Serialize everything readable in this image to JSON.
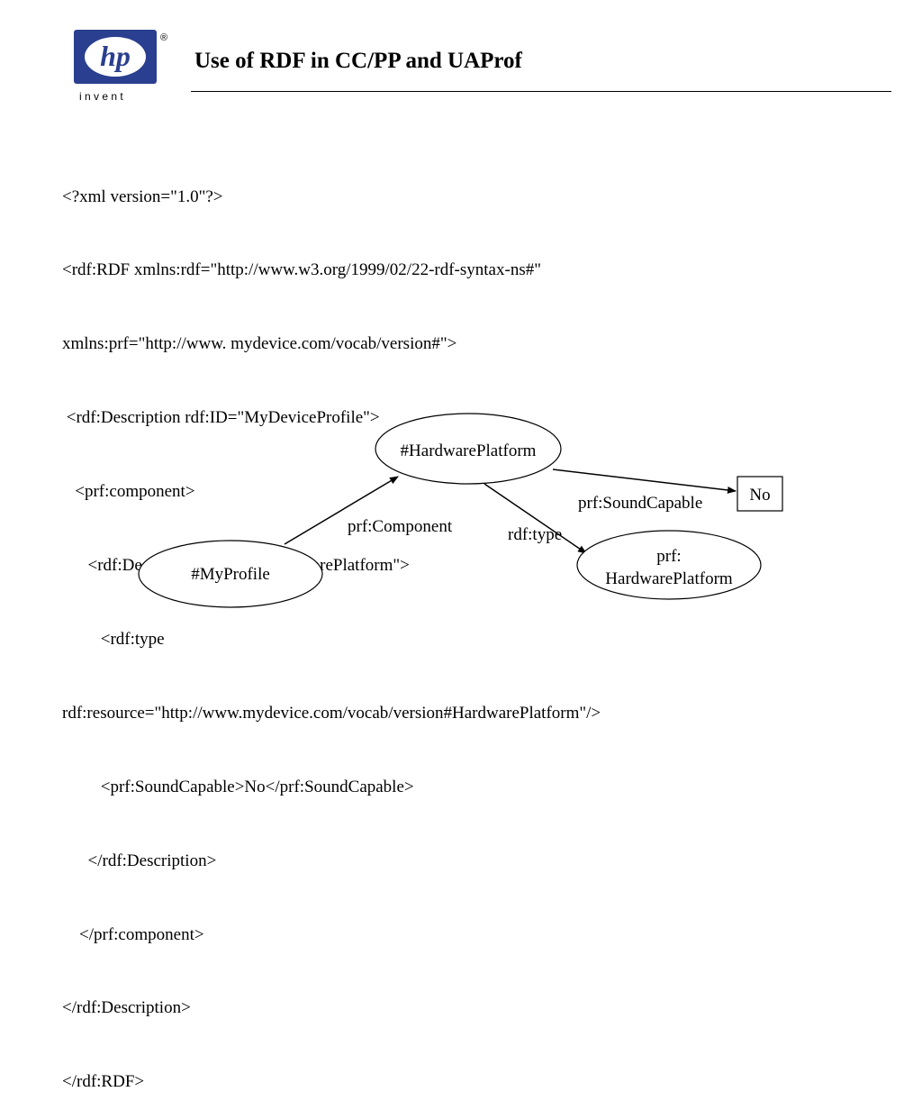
{
  "logo": {
    "mark": "hp",
    "tagline": "i n v e n t",
    "registered": "®",
    "brand_color": "#2a3f8f"
  },
  "slide": {
    "title": "Use of RDF in CC/PP and UAProf"
  },
  "code_lines": [
    "<?xml version=\"1.0\"?>",
    "<rdf:RDF xmlns:rdf=\"http://www.w3.org/1999/02/22-rdf-syntax-ns#\"",
    "xmlns:prf=\"http://www. mydevice.com/vocab/version#\">",
    " <rdf:Description rdf:ID=\"MyDeviceProfile\">",
    "   <prf:component>",
    "      <rdf:Description rdf:ID=\"HardwarePlatform\">",
    "         <rdf:type",
    "rdf:resource=\"http://www.mydevice.com/vocab/version#HardwarePlatform\"/>",
    "         <prf:SoundCapable>No</prf:SoundCapable>",
    "      </rdf:Description>",
    "    </prf:component>",
    "</rdf:Description>",
    "</rdf:RDF>"
  ],
  "graph": {
    "nodes": {
      "my_profile": "#MyProfile",
      "hardware_platform": "#HardwarePlatform",
      "prf_hardware_platform_line1": "prf:",
      "prf_hardware_platform_line2": "HardwarePlatform",
      "no_literal": "No"
    },
    "edges": {
      "component": "prf:Component",
      "sound_capable": "prf:SoundCapable",
      "type": "rdf:type"
    }
  }
}
